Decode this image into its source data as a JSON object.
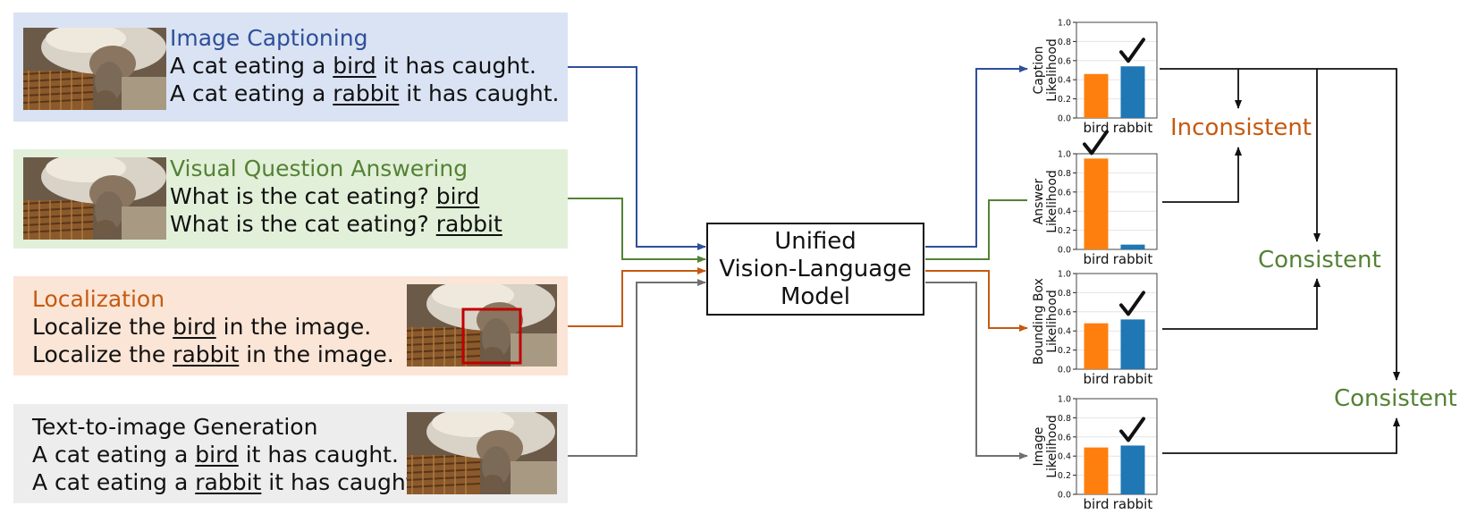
{
  "tasks": [
    {
      "id": "captioning",
      "title": "Image Captioning",
      "title_color": "#2e4f9a",
      "bg": "#dae3f3",
      "arrow_color": "#2e4f9a",
      "line1": {
        "prefix": "A cat eating a ",
        "answer": "bird",
        "suffix": " it has caught."
      },
      "line2": {
        "prefix": "A cat eating a ",
        "answer": "rabbit",
        "suffix": " it has caught."
      }
    },
    {
      "id": "vqa",
      "title": "Visual Question Answering",
      "title_color": "#548235",
      "bg": "#e2f0d9",
      "arrow_color": "#548235",
      "line1": {
        "prefix": "What is the cat eating? ",
        "answer": "bird",
        "suffix": ""
      },
      "line2": {
        "prefix": "What is the cat eating? ",
        "answer": "rabbit",
        "suffix": ""
      }
    },
    {
      "id": "localization",
      "title": "Localization",
      "title_color": "#c55a11",
      "bg": "#fbe5d6",
      "arrow_color": "#c55a11",
      "line1": {
        "prefix": "Localize the ",
        "answer": "bird",
        "suffix": " in the image."
      },
      "line2": {
        "prefix": "Localize the ",
        "answer": "rabbit",
        "suffix": " in the image."
      }
    },
    {
      "id": "t2i",
      "title": "Text-to-image Generation",
      "title_color": "#111111",
      "bg": "#ededed",
      "arrow_color": "#707070",
      "line1": {
        "prefix": "A cat eating a ",
        "answer": "bird",
        "suffix": " it has caught."
      },
      "line2": {
        "prefix": "A cat eating a ",
        "answer": "rabbit",
        "suffix": " it has caught."
      }
    }
  ],
  "model": {
    "line1": "Unified",
    "line2": "Vision-Language",
    "line3": "Model"
  },
  "chart_data": [
    {
      "type": "bar",
      "ylabel": [
        "Caption",
        "Likelihood"
      ],
      "categories": [
        "bird",
        "rabbit"
      ],
      "values": [
        0.46,
        0.54
      ],
      "ylim": [
        0,
        1
      ],
      "yticks": [
        "0.0",
        "0.2",
        "0.4",
        "0.6",
        "0.8",
        "1.0"
      ],
      "checked": "rabbit",
      "colors": [
        "#ff7f0e",
        "#1f77b4"
      ],
      "grid": true
    },
    {
      "type": "bar",
      "ylabel": [
        "Answer",
        "Likelihood"
      ],
      "categories": [
        "bird",
        "rabbit"
      ],
      "values": [
        0.95,
        0.05
      ],
      "ylim": [
        0,
        1
      ],
      "yticks": [
        "0.0",
        "0.2",
        "0.4",
        "0.6",
        "0.8",
        "1.0"
      ],
      "checked": "bird",
      "colors": [
        "#ff7f0e",
        "#1f77b4"
      ],
      "grid": true
    },
    {
      "type": "bar",
      "ylabel": [
        "Bounding Box",
        "Likelihood"
      ],
      "categories": [
        "bird",
        "rabbit"
      ],
      "values": [
        0.48,
        0.52
      ],
      "ylim": [
        0,
        1
      ],
      "yticks": [
        "0.0",
        "0.2",
        "0.4",
        "0.6",
        "0.8",
        "1.0"
      ],
      "checked": "rabbit",
      "colors": [
        "#ff7f0e",
        "#1f77b4"
      ],
      "grid": true
    },
    {
      "type": "bar",
      "ylabel": [
        "Image",
        "Likelihood"
      ],
      "categories": [
        "bird",
        "rabbit"
      ],
      "values": [
        0.49,
        0.51
      ],
      "ylim": [
        0,
        1
      ],
      "yticks": [
        "0.0",
        "0.2",
        "0.4",
        "0.6",
        "0.8",
        "1.0"
      ],
      "checked": "rabbit",
      "colors": [
        "#ff7f0e",
        "#1f77b4"
      ],
      "grid": true
    }
  ],
  "verdicts": {
    "inconsistent": {
      "label": "Inconsistent",
      "color": "#c55a11"
    },
    "consistent_1": {
      "label": "Consistent",
      "color": "#548235"
    },
    "consistent_2": {
      "label": "Consistent",
      "color": "#548235"
    }
  },
  "icons": [
    "cat-photo-thumbnail",
    "bounding-box-overlay",
    "check-mark-icon"
  ]
}
